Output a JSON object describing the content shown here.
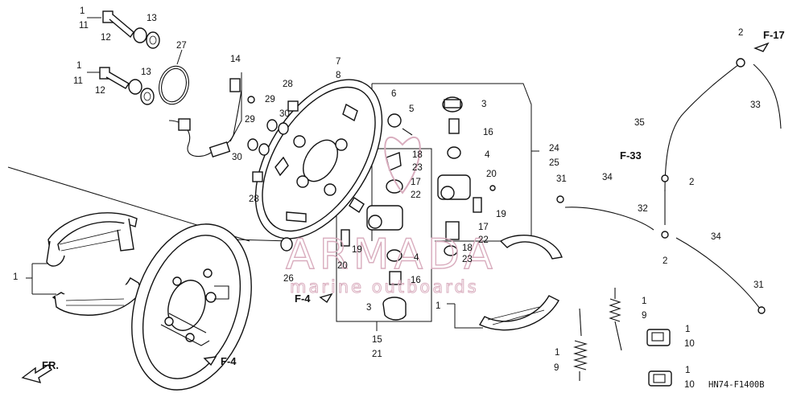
{
  "callouts": [
    {
      "id": "c1",
      "text": "1"
    },
    {
      "id": "c2",
      "text": "11"
    },
    {
      "id": "c3",
      "text": "12"
    },
    {
      "id": "c4",
      "text": "13"
    },
    {
      "id": "c5",
      "text": "1"
    },
    {
      "id": "c6",
      "text": "11"
    },
    {
      "id": "c7",
      "text": "12"
    },
    {
      "id": "c8",
      "text": "13"
    },
    {
      "id": "c9",
      "text": "27"
    },
    {
      "id": "c10",
      "text": "14"
    },
    {
      "id": "c11",
      "text": "28"
    },
    {
      "id": "c12",
      "text": "29"
    },
    {
      "id": "c13",
      "text": "30"
    },
    {
      "id": "c14",
      "text": "29"
    },
    {
      "id": "c15",
      "text": "30"
    },
    {
      "id": "c16",
      "text": "28"
    },
    {
      "id": "c17",
      "text": "7"
    },
    {
      "id": "c18",
      "text": "8"
    },
    {
      "id": "c19",
      "text": "6"
    },
    {
      "id": "c20",
      "text": "5"
    },
    {
      "id": "c21",
      "text": "3"
    },
    {
      "id": "c22",
      "text": "16"
    },
    {
      "id": "c23",
      "text": "4"
    },
    {
      "id": "c24",
      "text": "24"
    },
    {
      "id": "c25",
      "text": "25"
    },
    {
      "id": "c26",
      "text": "18"
    },
    {
      "id": "c27",
      "text": "23"
    },
    {
      "id": "c28",
      "text": "17"
    },
    {
      "id": "c29",
      "text": "22"
    },
    {
      "id": "c30",
      "text": "20"
    },
    {
      "id": "c31",
      "text": "19"
    },
    {
      "id": "c32",
      "text": "17"
    },
    {
      "id": "c33",
      "text": "22"
    },
    {
      "id": "c34",
      "text": "18"
    },
    {
      "id": "c35",
      "text": "23"
    },
    {
      "id": "c36",
      "text": "20"
    },
    {
      "id": "c37",
      "text": "19"
    },
    {
      "id": "c38",
      "text": "4"
    },
    {
      "id": "c39",
      "text": "16"
    },
    {
      "id": "c40",
      "text": "3"
    },
    {
      "id": "c41",
      "text": "15"
    },
    {
      "id": "c42",
      "text": "21"
    },
    {
      "id": "c43",
      "text": "26"
    },
    {
      "id": "c44",
      "text": "1"
    },
    {
      "id": "c45",
      "text": "1"
    },
    {
      "id": "c46",
      "text": "2"
    },
    {
      "id": "c47",
      "text": "33"
    },
    {
      "id": "c48",
      "text": "35"
    },
    {
      "id": "c49",
      "text": "2"
    },
    {
      "id": "c50",
      "text": "31"
    },
    {
      "id": "c51",
      "text": "34"
    },
    {
      "id": "c52",
      "text": "32"
    },
    {
      "id": "c53",
      "text": "2"
    },
    {
      "id": "c54",
      "text": "34"
    },
    {
      "id": "c55",
      "text": "31"
    },
    {
      "id": "c56",
      "text": "1"
    },
    {
      "id": "c57",
      "text": "9"
    },
    {
      "id": "c58",
      "text": "1"
    },
    {
      "id": "c59",
      "text": "10"
    },
    {
      "id": "c60",
      "text": "1"
    },
    {
      "id": "c61",
      "text": "9"
    },
    {
      "id": "c62",
      "text": "1"
    },
    {
      "id": "c63",
      "text": "10"
    }
  ],
  "references": [
    {
      "id": "r1",
      "text": "F-17"
    },
    {
      "id": "r2",
      "text": "F-33"
    },
    {
      "id": "r3",
      "text": "F-4"
    },
    {
      "id": "r4",
      "text": "F-4"
    }
  ],
  "front_label": "FR.",
  "diagram_code": "HN74-F1400B",
  "watermark": {
    "title": "ARMADA",
    "subtitle": "marine outboards",
    "color": "#d9adbe"
  },
  "colors": {
    "line": "#111111",
    "background": "#ffffff"
  }
}
